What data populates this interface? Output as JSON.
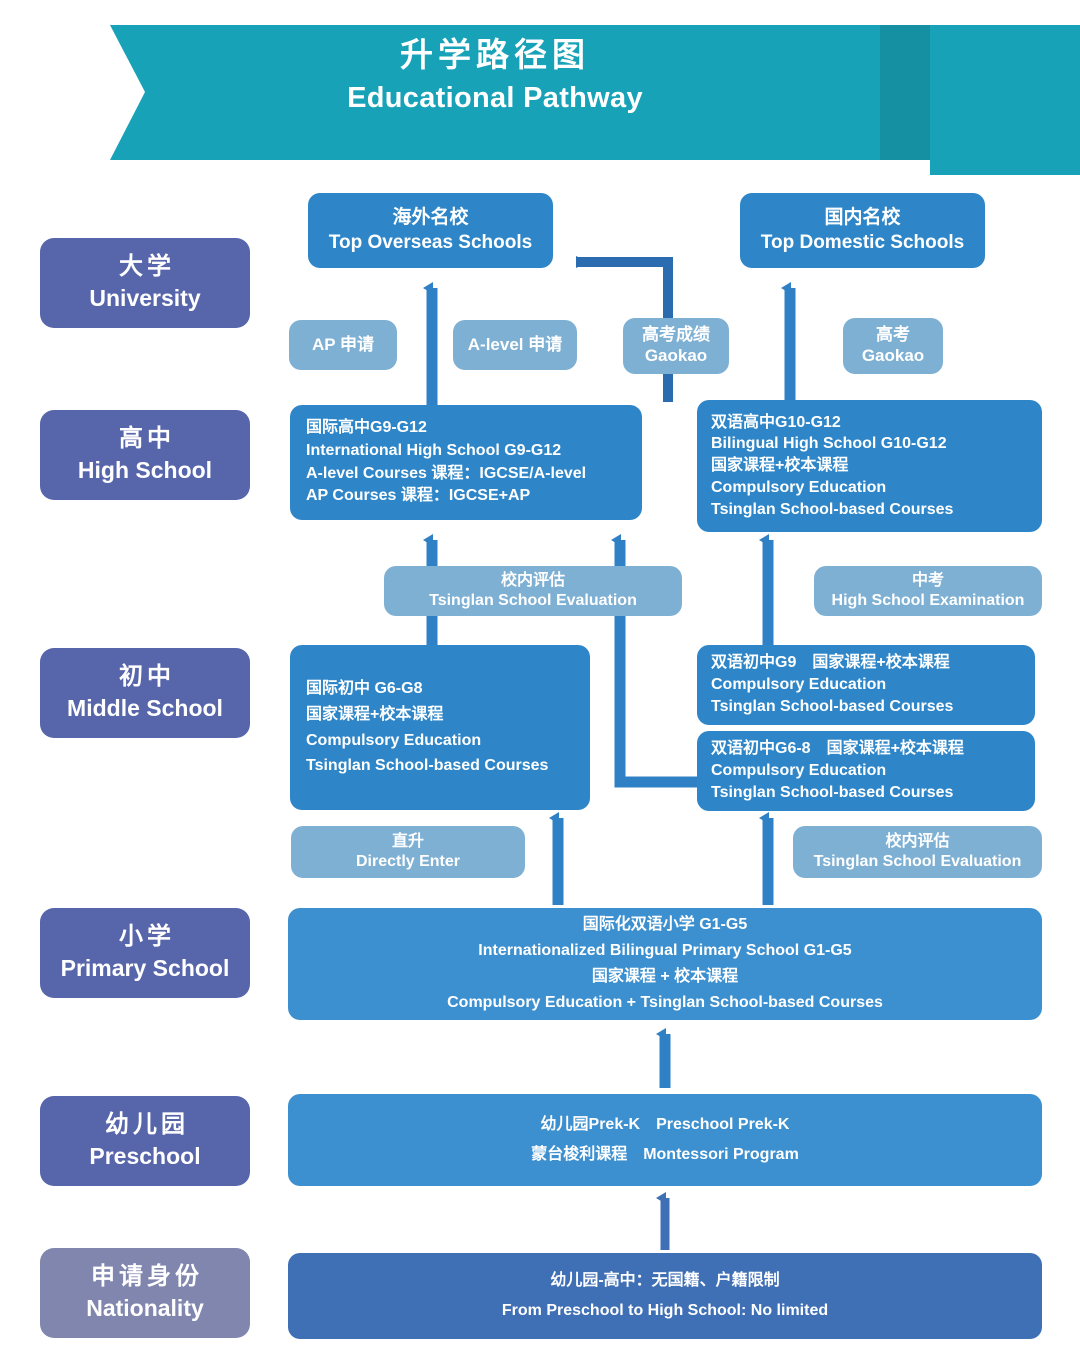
{
  "header": {
    "title_cn": "升学路径图",
    "title_en": "Educational Pathway",
    "bg_color": "#17a2b8",
    "fold_color": "#1590a3"
  },
  "colors": {
    "stage_label": "#5765ab",
    "stage_label_last": "#8086ae",
    "node_blue": "#2e86c8",
    "node_blue_light": "#3d90cf",
    "node_blue_dark": "#3f6fb5",
    "pill_blue": "#7eb0d4",
    "arrow_blue": "#2f80c4",
    "arrow_dark": "#2b6cb0"
  },
  "stages": [
    {
      "cn": "大学",
      "en": "University"
    },
    {
      "cn": "高中",
      "en": "High School"
    },
    {
      "cn": "初中",
      "en": "Middle School"
    },
    {
      "cn": "小学",
      "en": "Primary School"
    },
    {
      "cn": "幼儿园",
      "en": "Preschool"
    },
    {
      "cn": "申请身份",
      "en": "Nationality"
    }
  ],
  "nodes": {
    "overseas": {
      "cn": "海外名校",
      "en": "Top Overseas Schools"
    },
    "domestic": {
      "cn": "国内名校",
      "en": "Top Domestic Schools"
    },
    "intl_high": {
      "lines": [
        "国际高中G9-G12",
        "International High School G9-G12",
        "A-level Courses 课程：IGCSE/A-level",
        "AP Courses 课程：IGCSE+AP"
      ]
    },
    "biling_high": {
      "lines": [
        "双语高中G10-G12",
        "Bilingual High School G10-G12",
        "国家课程+校本课程",
        "Compulsory Education",
        "Tsinglan School-based Courses"
      ]
    },
    "intl_middle": {
      "lines": [
        "国际初中 G6-G8",
        "国家课程+校本课程",
        "Compulsory Education",
        "Tsinglan School-based Courses"
      ]
    },
    "biling_middle_g9": {
      "lines": [
        "双语初中G9　国家课程+校本课程",
        "Compulsory Education",
        "Tsinglan School-based Courses"
      ]
    },
    "biling_middle_g68": {
      "lines": [
        "双语初中G6-8　国家课程+校本课程",
        "Compulsory Education",
        "Tsinglan School-based Courses"
      ]
    },
    "primary": {
      "lines": [
        "国际化双语小学 G1-G5",
        "Internationalized Bilingual Primary School G1-G5",
        "国家课程 + 校本课程",
        "Compulsory Education + Tsinglan School-based Courses"
      ]
    },
    "preschool": {
      "lines": [
        "幼儿园Prek-K　Preschool Prek-K",
        "蒙台梭利课程　Montessori Program"
      ]
    },
    "nationality": {
      "lines": [
        "幼儿园-高中：无国籍、户籍限制",
        "From Preschool to High School: No limited"
      ]
    }
  },
  "pills": {
    "ap_apply": {
      "cn": "AP 申请",
      "en": ""
    },
    "alevel_apply": {
      "cn": "A-level 申请",
      "en": ""
    },
    "gaokao_score": {
      "cn": "高考成绩",
      "en": "Gaokao"
    },
    "gaokao": {
      "cn": "高考",
      "en": "Gaokao"
    },
    "school_eval_1": {
      "cn": "校内评估",
      "en": "Tsinglan School Evaluation"
    },
    "high_school_exam": {
      "cn": "中考",
      "en": "High School Examination"
    },
    "directly_enter": {
      "cn": "直升",
      "en": "Directly Enter"
    },
    "school_eval_2": {
      "cn": "校内评估",
      "en": "Tsinglan School Evaluation"
    }
  }
}
